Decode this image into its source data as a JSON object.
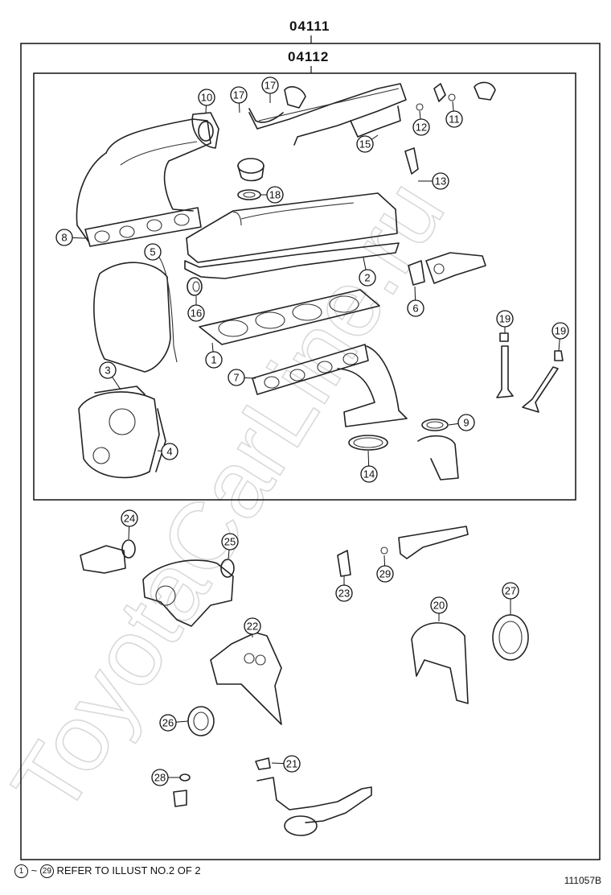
{
  "header": {
    "outer_kit_code": "04111",
    "inner_kit_code": "04112"
  },
  "callouts": [
    {
      "n": "1"
    },
    {
      "n": "2"
    },
    {
      "n": "3"
    },
    {
      "n": "4"
    },
    {
      "n": "5"
    },
    {
      "n": "6"
    },
    {
      "n": "7"
    },
    {
      "n": "8"
    },
    {
      "n": "9"
    },
    {
      "n": "10"
    },
    {
      "n": "11"
    },
    {
      "n": "12"
    },
    {
      "n": "13"
    },
    {
      "n": "14"
    },
    {
      "n": "15"
    },
    {
      "n": "16"
    },
    {
      "n": "17"
    },
    {
      "n": "17"
    },
    {
      "n": "18"
    },
    {
      "n": "19"
    },
    {
      "n": "19"
    },
    {
      "n": "20"
    },
    {
      "n": "21"
    },
    {
      "n": "22"
    },
    {
      "n": "23"
    },
    {
      "n": "24"
    },
    {
      "n": "25"
    },
    {
      "n": "26"
    },
    {
      "n": "27"
    },
    {
      "n": "28"
    },
    {
      "n": "29"
    }
  ],
  "footer": {
    "range_start": "1",
    "range_sep": "~",
    "range_end": "29",
    "note": "REFER TO ILLUST NO.2 OF 2",
    "diagram_id": "111057B"
  },
  "watermark": {
    "text": "ToyotaCarLine.ru"
  }
}
